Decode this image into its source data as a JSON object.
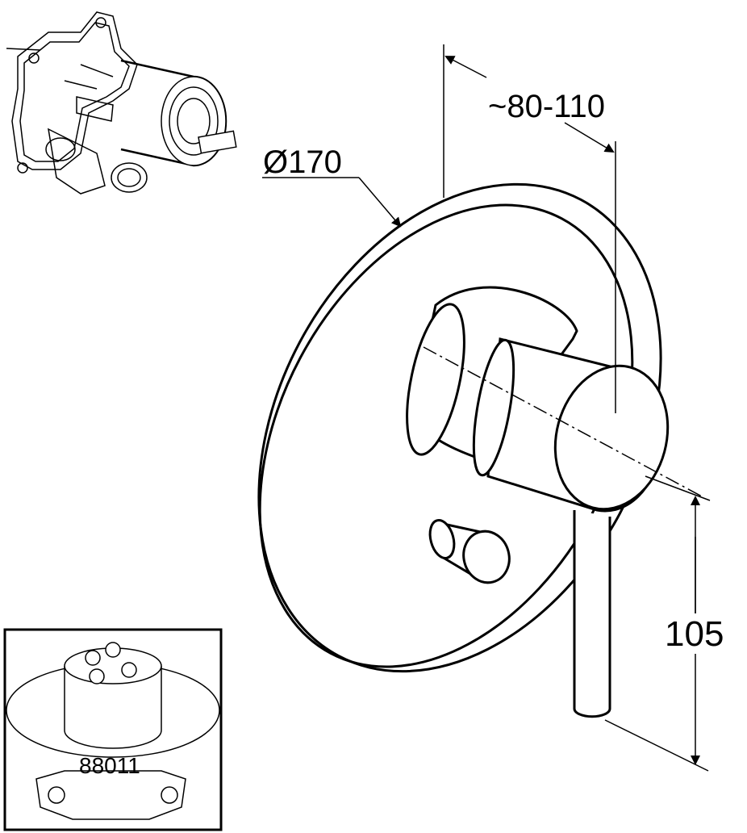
{
  "dimensions": {
    "diameter": "Ø170",
    "projection": "~80-110",
    "height": "105"
  },
  "inset": {
    "part_number": "88011"
  }
}
